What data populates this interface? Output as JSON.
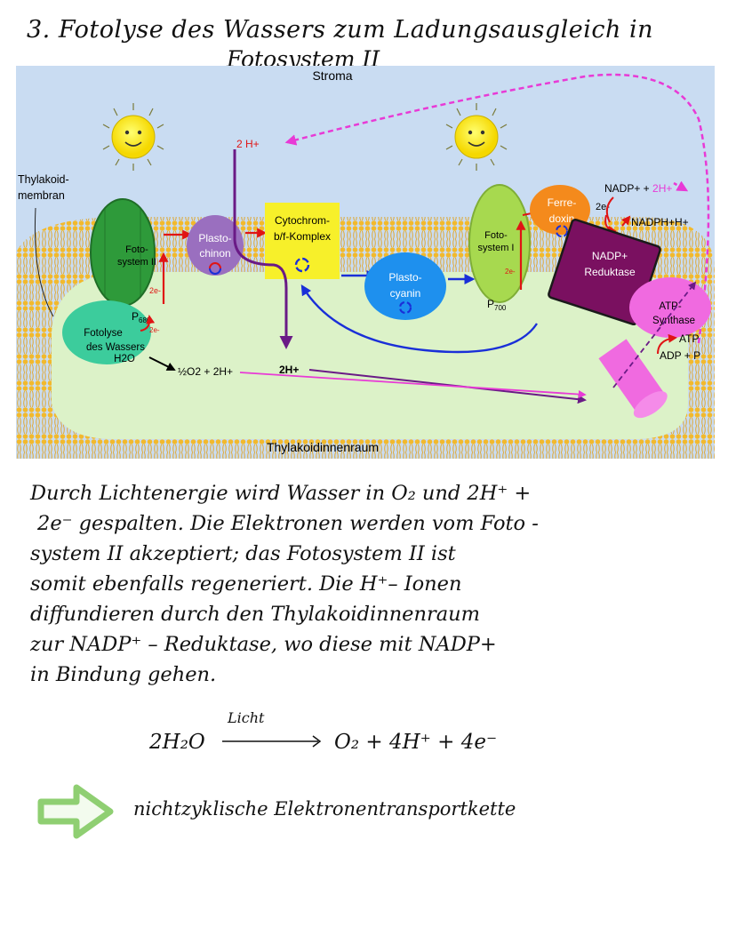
{
  "page": {
    "heading_line1": "3. Fotolyse des Wassers zum Ladungsausgleich in",
    "heading_line2": "Fotosystem II"
  },
  "diagram": {
    "stroma": "Stroma",
    "membrane_label_1": "Thylakoid-",
    "membrane_label_2": "membran",
    "lumen": "Thylakoidinnenraum",
    "ps2_1": "Foto-",
    "ps2_2": "system II",
    "p680": "P",
    "p680_sub": "680",
    "photolysis_1": "Fotolyse",
    "photolysis_2": "des Wassers",
    "photolysis_3": "H2O",
    "o2": "½O2 + 2H+",
    "plastochinon_1": "Plasto-",
    "plastochinon_2": "chinon",
    "cyt_1": "Cytochrom-",
    "cyt_2": "b/f-Komplex",
    "plastocyanin_1": "Plasto-",
    "plastocyanin_2": "cyanin",
    "ps1_1": "Foto-",
    "ps1_2": "system I",
    "p700": "P",
    "p700_sub": "700",
    "ferredoxin_1": "Ferre-",
    "ferredoxin_2": "doxin",
    "nadp_in": "NADP+ + ",
    "nadp_in_h": "2H+",
    "nadph": "NADPH+H+",
    "reductase_1": "NADP+",
    "reductase_2": "Reduktase",
    "atp_1": "ATP-",
    "atp_2": "Synthase",
    "atp": "ATP",
    "adp": "ADP + P",
    "h_top": "2 H+",
    "h_lumen": "2H+",
    "e_ps2": "2e-",
    "e_ps2_low": "2e-",
    "e_ps1": "2e-",
    "e_fd": "2e-"
  },
  "text": {
    "para": [
      "Durch Lichtenergie wird Wasser in O₂ und 2H⁺ +",
      "2e⁻ gespalten. Die Elektronen werden vom Foto -",
      "system II akzeptiert; das Fotosystem II ist",
      "somit ebenfalls regeneriert. Die H⁺– Ionen",
      "diffundieren durch den Thylakoidinnenraum",
      "zur NADP⁺ – Reduktase, wo diese mit NADP+",
      "in Bindung gehen."
    ],
    "eq_left": "2H₂O",
    "eq_label": "Licht",
    "eq_right": "O₂ + 4H⁺ + 4e⁻",
    "conclusion": "nichtzyklische Elektronentransportkette"
  },
  "colors": {
    "stroma": "#c9dcf2",
    "lumen": "#dcf2c8",
    "membrane": "#f6c85a",
    "ps2": "#2e9a3a",
    "ps1": "#a7d94f",
    "plastochinon": "#9a6fbf",
    "cytochrom": "#f7f02a",
    "plastocyanin": "#1e90ee",
    "ferredoxin": "#f48a1c",
    "reductase": "#7a1060",
    "atp_synthase": "#f06ae0",
    "photolysis": "#3ccc9c",
    "arrow_green": "#8fcf72"
  }
}
